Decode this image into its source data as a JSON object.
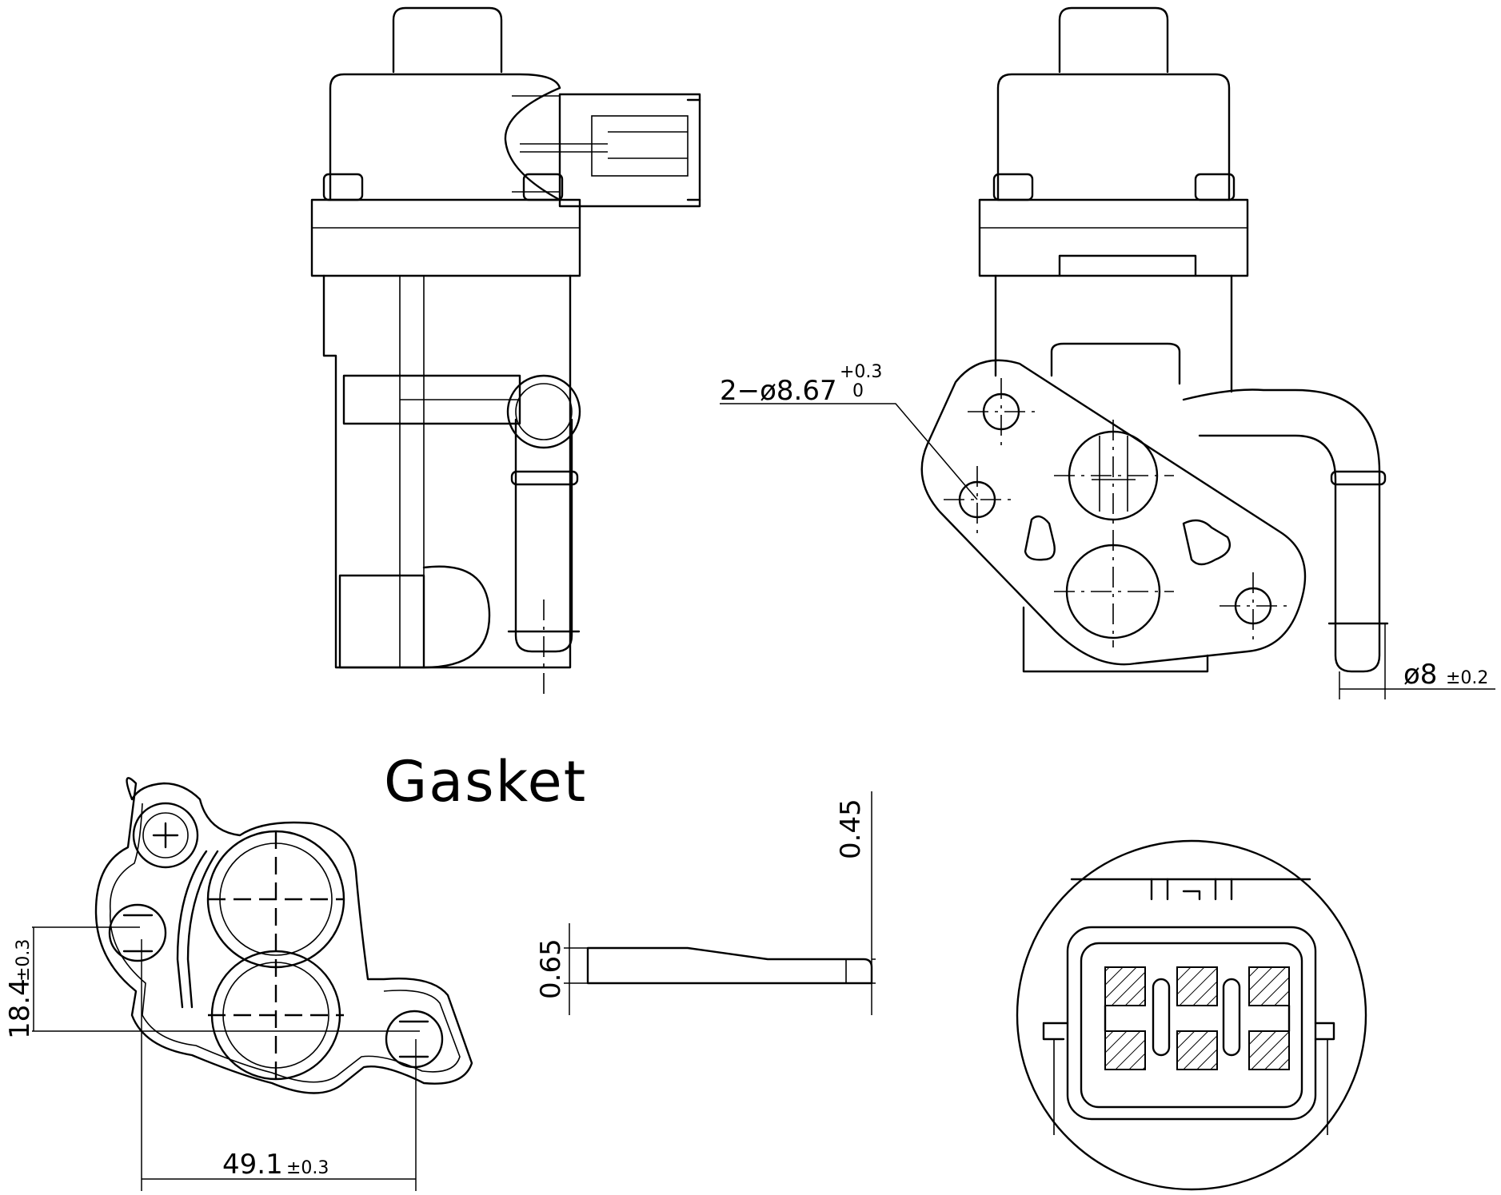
{
  "labels": {
    "gasket_title": "Gasket",
    "hole_dim_prefix": "2−ø8.67",
    "hole_tol_upper": "+0.3",
    "hole_tol_lower": "0",
    "pipe_dim_value": "ø8",
    "pipe_dim_tol": "±0.2",
    "gasket_height_value": "18.4",
    "gasket_height_tol": "±0.3",
    "gasket_width_value": "49.1",
    "gasket_width_tol": "±0.3",
    "thickness_thin": "0.45",
    "thickness_thick": "0.65"
  }
}
